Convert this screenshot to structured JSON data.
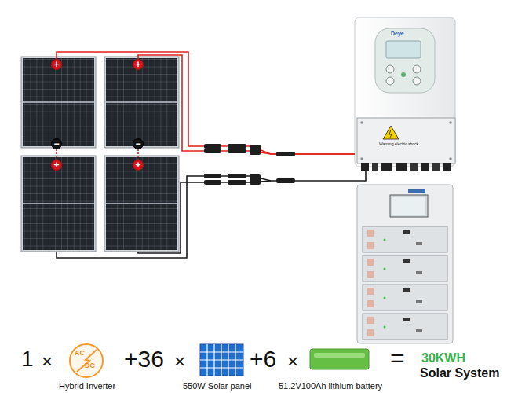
{
  "diagram": {
    "nodes": [
      {
        "text": [
          "+"
        ]
      },
      {
        "text": [
          "+"
        ]
      },
      {
        "text": [
          "Deye"
        ]
      },
      {
        "text": [
          "−"
        ]
      },
      {
        "text": [
          "−"
        ]
      },
      {
        "text": [
          "+"
        ]
      },
      {
        "text": [
          "+"
        ]
      }
    ],
    "edges": [
      {
        "from": 0,
        "to": 2,
        "arrow": "none"
      },
      {
        "from": 1,
        "to": 2,
        "arrow": "none"
      },
      {
        "from": 3,
        "to": 5,
        "arrow": "none"
      },
      {
        "from": 4,
        "to": 6,
        "arrow": "none"
      }
    ],
    "labels": [
      "Warning electric shock",
      "1",
      "×",
      "AC",
      "DC",
      "+36",
      "×",
      "+6",
      "×",
      "=",
      "30KWH",
      "Solar System",
      "Hybrid Inverter",
      "550W Solar panel",
      "51.2V100Ah lithium battery"
    ]
  }
}
